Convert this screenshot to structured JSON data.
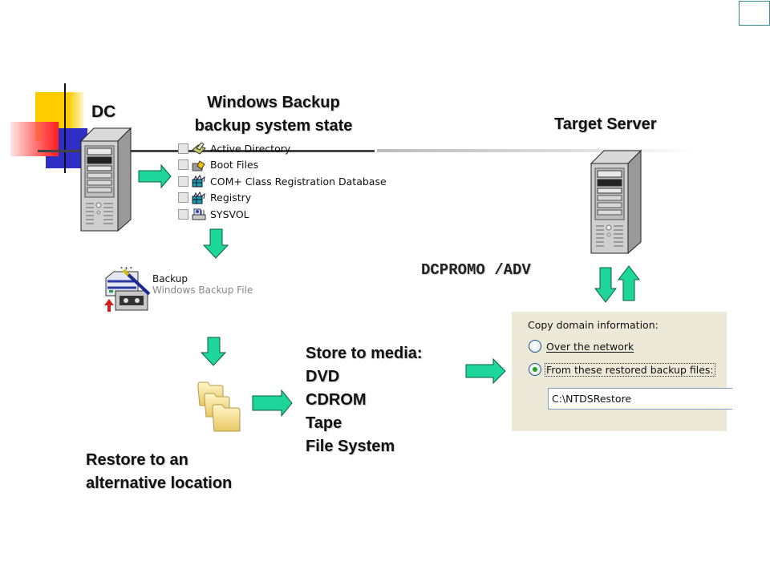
{
  "labels": {
    "dc": "DC",
    "windows_backup_line1": "Windows Backup",
    "windows_backup_line2": "backup system state",
    "target_server": "Target Server",
    "dcpromo_command": "DCPROMO /ADV",
    "restore_line1": "Restore to an",
    "restore_line2": "alternative location"
  },
  "system_state_items": [
    {
      "label": "Active Directory",
      "icon": "active-directory-icon",
      "checked": false
    },
    {
      "label": "Boot Files",
      "icon": "boot-files-icon",
      "checked": false
    },
    {
      "label": "COM+ Class Registration Database",
      "icon": "com-database-icon",
      "checked": false
    },
    {
      "label": "Registry",
      "icon": "registry-icon",
      "checked": false
    },
    {
      "label": "SYSVOL",
      "icon": "sysvol-icon",
      "checked": false
    }
  ],
  "backup_file": {
    "title": "Backup",
    "subtitle": "Windows Backup File"
  },
  "store_media": {
    "heading": "Store to media:",
    "items": [
      "DVD",
      "CDROM",
      "Tape",
      "File System"
    ]
  },
  "dialog": {
    "heading": "Copy domain information:",
    "options": [
      {
        "label": "Over the network",
        "selected": false
      },
      {
        "label": "From these restored backup files:",
        "selected": true
      }
    ],
    "path_value": "C:\\NTDSRestore"
  },
  "colors": {
    "arrow_fill": "#1fd69a",
    "arrow_stroke": "#0d5c3c",
    "accent_yellow": "#ffcc00",
    "accent_blue": "#2f2fc6",
    "accent_red": "#ff3030"
  }
}
